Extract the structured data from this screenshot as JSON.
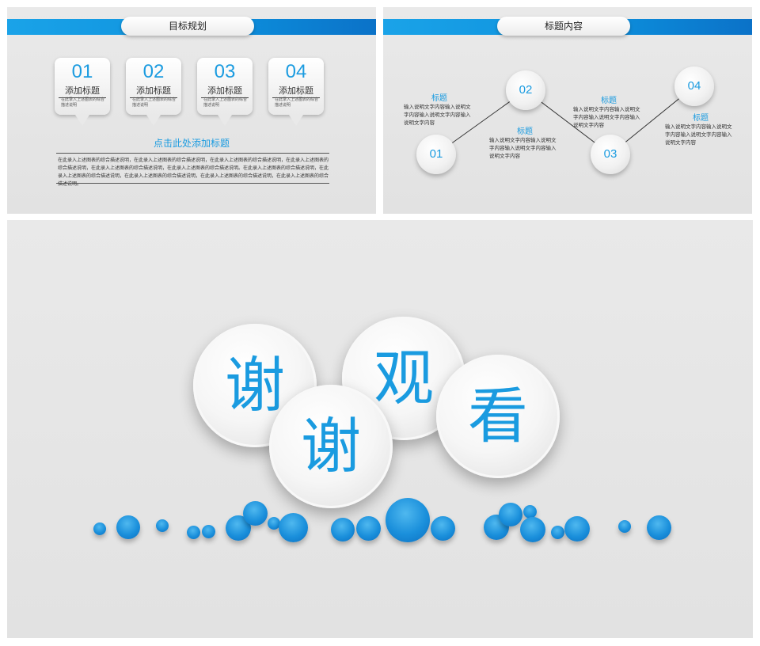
{
  "slide1": {
    "title": "目标规划",
    "callouts": [
      {
        "num": "01",
        "title": "添加标题",
        "desc": "在此录入上述图表的综合描述说明"
      },
      {
        "num": "02",
        "title": "添加标题",
        "desc": "在此录入上述图表的综合描述说明"
      },
      {
        "num": "03",
        "title": "添加标题",
        "desc": "在此录入上述图表的综合描述说明"
      },
      {
        "num": "04",
        "title": "添加标题",
        "desc": "在此录入上述图表的综合描述说明"
      }
    ],
    "heading": "点击此处添加标题",
    "paragraph": "在此录入上述图表的综合描述说明，在此录入上述图表的综合描述说明，在此录入上述图表的综合描述说明，在此录入上述图表的综合描述说明，在此录入上述图表的综合描述说明，在此录入上述图表的综合描述说明。在此录入上述图表的综合描述说明，在此录入上述图表的综合描述说明，在此录入上述图表的综合描述说明，在此录入上述图表的综合描述说明，在此录入上述图表的综合描述说明。"
  },
  "slide2": {
    "title": "标题内容",
    "nodes": [
      "01",
      "02",
      "03",
      "04"
    ],
    "blocks": [
      {
        "title": "标题",
        "text": "输入说明文字内容输入说明文字内容输入说明文字内容输入说明文字内容"
      },
      {
        "title": "标题",
        "text": "输入说明文字内容输入说明文字内容输入说明文字内容输入说明文字内容"
      },
      {
        "title": "标题",
        "text": "输入说明文字内容输入说明文字内容输入说明文字内容输入说明文字内容"
      },
      {
        "title": "标题",
        "text": "输入说明文字内容输入说明文字内容输入说明文字内容输入说明文字内容"
      }
    ]
  },
  "slide3": {
    "chars": [
      "谢",
      "谢",
      "观",
      "看"
    ]
  },
  "colors": {
    "accent": "#1a9be0",
    "band": "#0d8fdc",
    "background": "#e6e6e6"
  }
}
